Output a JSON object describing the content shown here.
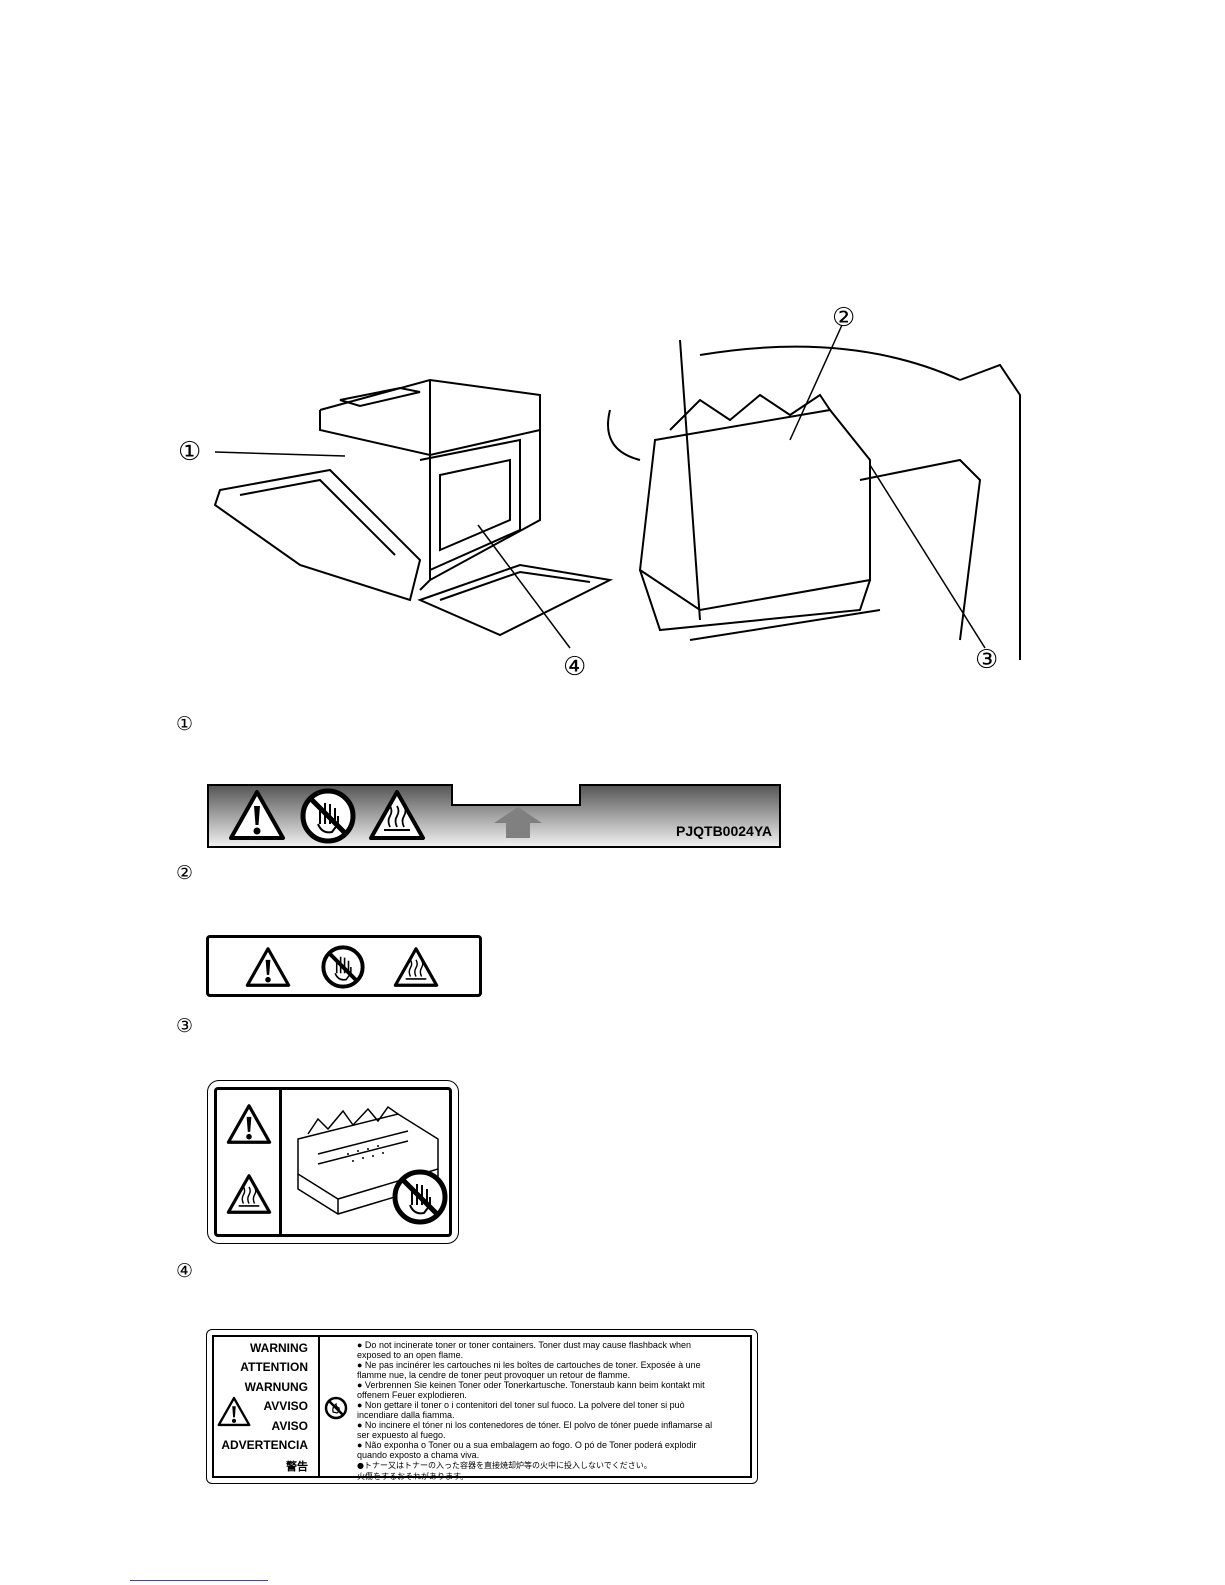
{
  "figure": {
    "callouts": [
      "①",
      "②",
      "③",
      "④"
    ]
  },
  "sections": [
    {
      "num": "①",
      "label_code": "PJQTB0024YA"
    },
    {
      "num": "②"
    },
    {
      "num": "③"
    },
    {
      "num": "④"
    }
  ],
  "warning_label": {
    "titles": [
      "WARNING",
      "ATTENTION",
      "WARNUNG",
      "AVVISO",
      "AVISO",
      "ADVERTENCIA",
      "警告"
    ],
    "lines": [
      "● Do not incinerate toner or toner containers. Toner dust may cause flashback when",
      "   exposed to an open flame.",
      "● Ne pas incinérer les cartouches  ni les boîtes de cartouches de toner. Exposée à  une",
      "   flamme nue, la cendre de toner peut provoquer un retour de flamme.",
      "● Verbrennen Sie keinen Toner oder Tonerkartusche. Tonerstaub kann beim kontakt mit",
      "   offenem Feuer explodieren.",
      "● Non gettare il toner o i contenitori del toner sul fuoco. La polvere del toner si può",
      "   incendiare dalla fiamma.",
      "● No incinere el tóner ni los contenedores de tóner. El polvo de tóner puede inflamarse al",
      "   ser  expuesto al fuego.",
      "● Não exponha o Toner ou a sua embalagem ao fogo. O pó de Toner poderá explodir",
      "   quando exposto a chama viva.",
      "●トナー又はトナーの入った容器を直接焼却炉等の火中に投入しないでください。",
      "   火傷をするおそれがあります。"
    ]
  },
  "colors": {
    "ink": "#000000",
    "label_gradient_dark": "#555555",
    "label_gradient_light": "#f2f2f2"
  },
  "icons": [
    "caution-triangle-icon",
    "no-touch-icon",
    "hot-surface-icon",
    "arrow-up-icon",
    "no-fire-icon"
  ]
}
